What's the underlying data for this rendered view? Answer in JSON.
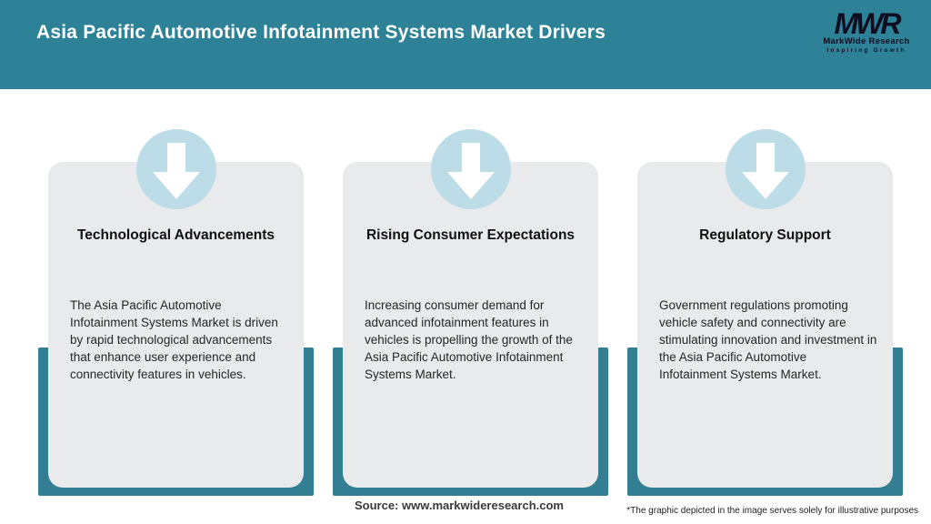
{
  "header": {
    "title": "Asia Pacific Automotive Infotainment Systems Market Drivers",
    "logo": {
      "monogram": "MWR",
      "name": "MarkWide Research",
      "tagline": "Inspiring Growth"
    }
  },
  "cards": [
    {
      "icon": "down-arrow-icon",
      "title": "Technological Advancements",
      "description": "The Asia Pacific Automotive Infotainment Systems Market is driven by rapid technological advancements that enhance user experience and connectivity features in vehicles."
    },
    {
      "icon": "down-arrow-icon",
      "title": "Rising Consumer Expectations",
      "description": "Increasing consumer demand for advanced infotainment features in vehicles is propelling the growth of the Asia Pacific Automotive Infotainment Systems Market."
    },
    {
      "icon": "down-arrow-icon",
      "title": "Regulatory Support",
      "description": "Government regulations promoting vehicle safety and connectivity are stimulating innovation and investment in the Asia Pacific Automotive Infotainment Systems Market."
    }
  ],
  "footer": {
    "source": "Source: www.markwideresearch.com",
    "disclaimer": "*The graphic depicted in the image serves solely for illustrative purposes"
  },
  "colors": {
    "header_teal": "#2E8298",
    "bar_teal": "#347E93",
    "circle_blue": "#BCDCE8",
    "card_gray": "#E8EAEB"
  }
}
